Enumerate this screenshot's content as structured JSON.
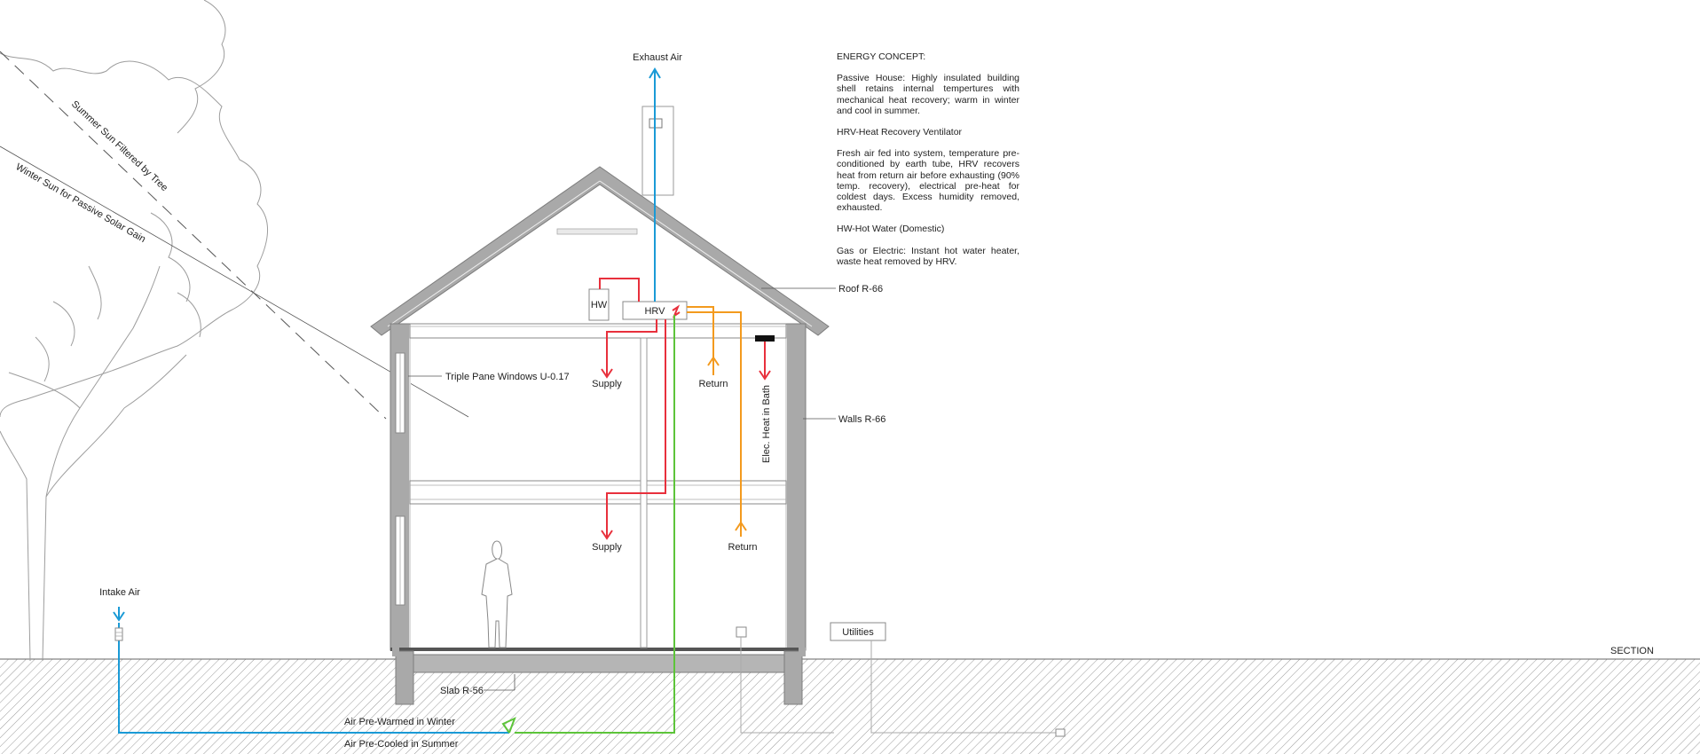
{
  "labels": {
    "exhaust_air": "Exhaust Air",
    "intake_air": "Intake Air",
    "summer_sun": "Summer Sun Filtered by Tree",
    "winter_sun": "Winter Sun for Passive Solar Gain",
    "roof": "Roof R-66",
    "walls": "Walls R-66",
    "windows": "Triple Pane Windows U-0.17",
    "slab": "Slab R-56",
    "hw": "HW",
    "hrv": "HRV",
    "supply_upper": "Supply",
    "return_upper": "Return",
    "supply_lower": "Supply",
    "return_lower": "Return",
    "elec_heat": "Elec. Heat in Bath",
    "utilities": "Utilities",
    "section": "SECTION",
    "air_prewarmed": "Air Pre-Warmed in Winter",
    "air_precooled": "Air Pre-Cooled in Summer"
  },
  "energy_concept": {
    "title": "ENERGY CONCEPT:",
    "passive_house": "Passive House: Highly insulated building shell retains internal tempertures with mechanical heat recovery; warm in winter and cool in summer.",
    "hrv_title": "HRV-Heat Recovery Ventilator",
    "hrv_text": "Fresh air fed into system, temperature pre-conditioned by earth tube, HRV recovers heat from return air before exhausting (90% temp. recovery), electrical pre-heat for coldest days. Excess humidity removed, exhausted.",
    "hw_title": "HW-Hot Water (Domestic)",
    "hw_text": "Gas or Electric: Instant hot water heater, waste heat removed by HRV."
  },
  "colors": {
    "exhaust_intake_blue": "#1a9ad6",
    "supply_red": "#e8303c",
    "return_orange": "#f39a1e",
    "earth_tube_green": "#5dc43a",
    "wall_gray": "#a9a9a9"
  }
}
